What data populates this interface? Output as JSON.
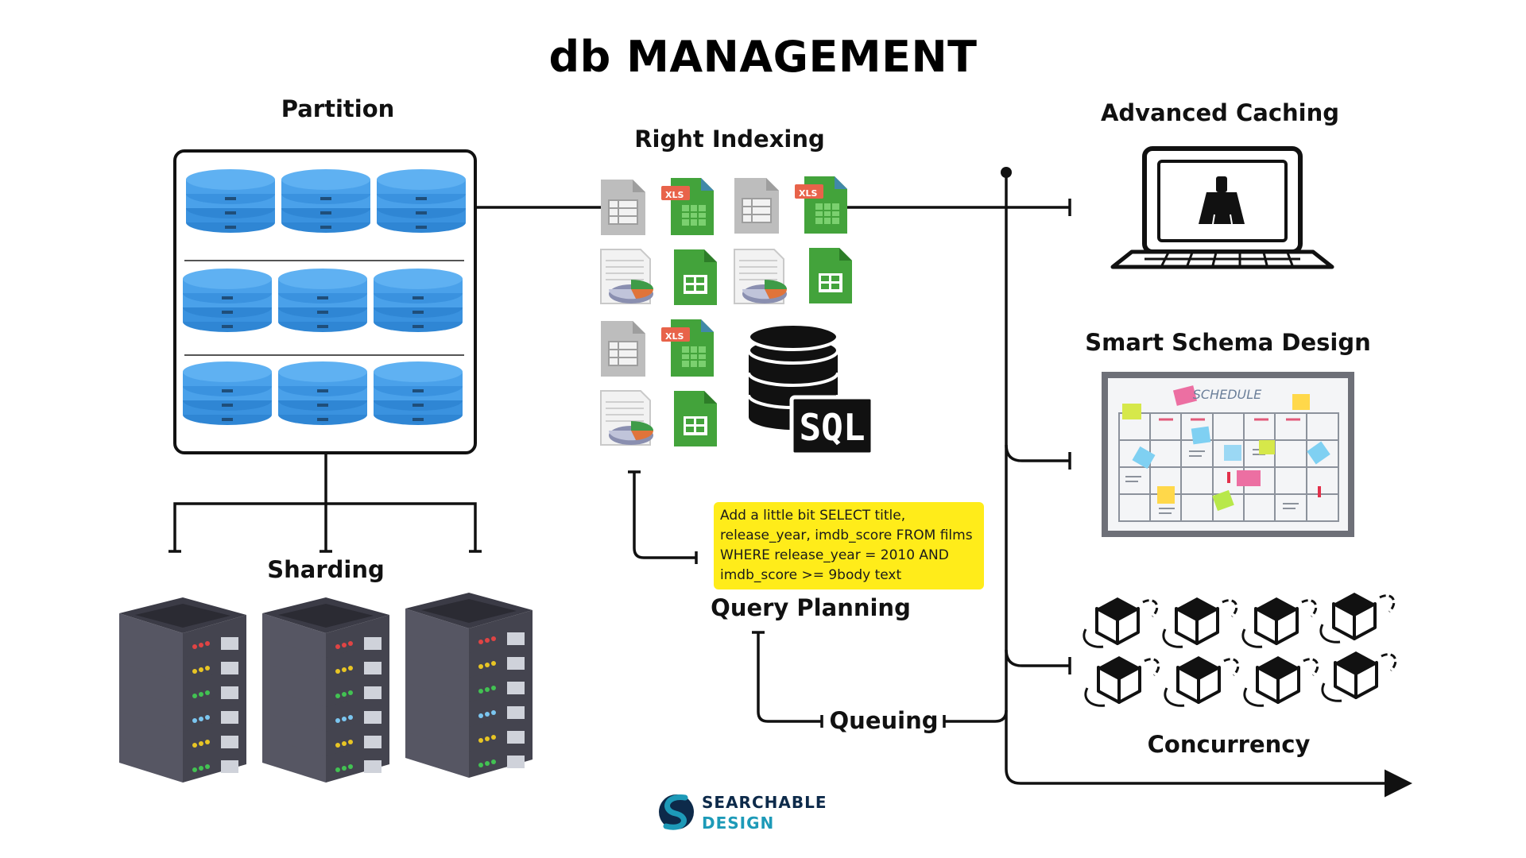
{
  "title": "db MANAGEMENT",
  "sections": {
    "partition": "Partition",
    "right_indexing": "Right Indexing",
    "advanced_caching": "Advanced Caching",
    "smart_schema_design": "Smart Schema Design",
    "sharding": "Sharding",
    "query_planning": "Query Planning",
    "queuing": "Queuing",
    "concurrency": "Concurrency"
  },
  "query_note": {
    "lines": [
      "Add a little bit SELECT title,",
      "release_year, imdb_score FROM films",
      "WHERE release_year = 2010 AND",
      "imdb_score >= 9body text"
    ]
  },
  "icons": {
    "xls_badge": "XLS",
    "sql_badge": "SQL",
    "schedule_header": "SCHEDULE"
  },
  "brand": {
    "line1": "SEARCHABLE",
    "line2": "DESIGN"
  },
  "colors": {
    "disk_blue": "#4aa1ea",
    "sheet_green": "#43a33b",
    "highlight_yellow": "#ffec1a",
    "server_dark": "#4a4a56",
    "brand_navy": "#0d2a4a",
    "brand_teal": "#1d9ab8"
  }
}
